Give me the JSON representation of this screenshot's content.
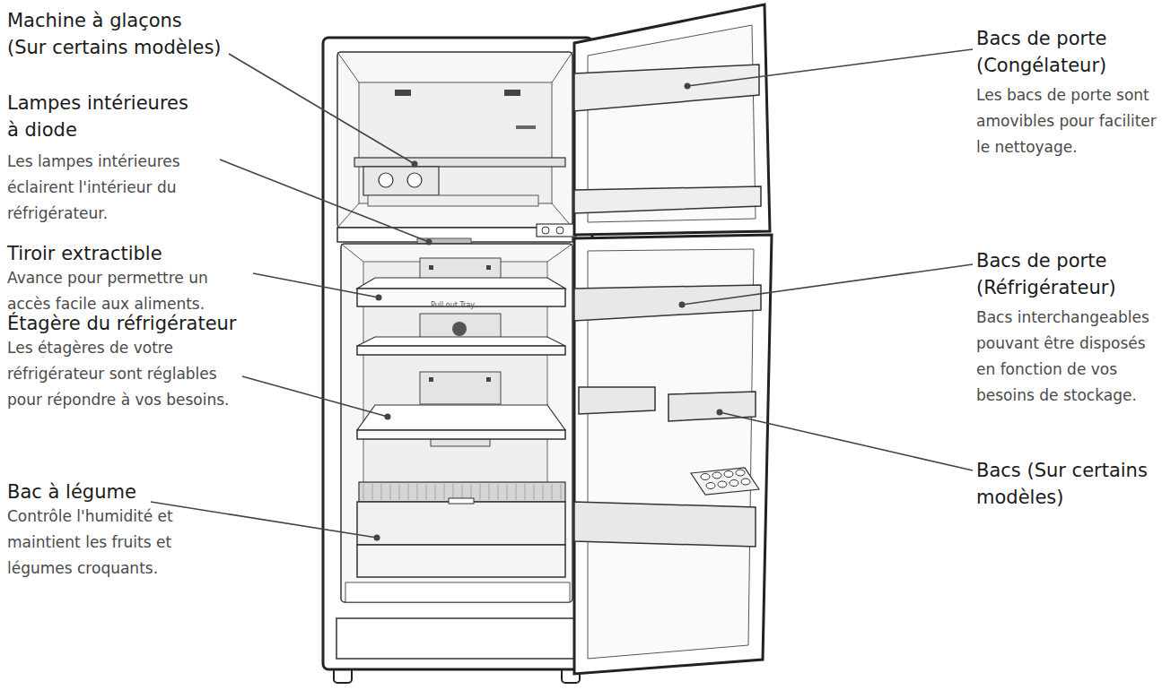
{
  "diagram": {
    "labels": [
      "Machine à glaçons (Sur certains modèles)",
      "Lampes intérieures à diode",
      "Les lampes intérieures éclairent l'intérieur du réfrigérateur.",
      "Tiroir extractible",
      "Avance pour permettre un accès facile aux aliments.",
      "Étagère du réfrigérateur",
      "Les étagères de votre réfrigérateur sont réglables pour répondre à vos besoins.",
      "Bac à légume",
      "Contrôle l'humidité et maintient les fruits et légumes croquants.",
      "Bacs de porte (Congélateur)",
      "Les bacs de porte sont amovibles pour faciliter le nettoyage.",
      "Bacs de porte (Réfrigérateur)",
      "Bacs interchangeables pouvant être disposés en fonction de vos besoins de stockage.",
      "Bacs (Sur certains modèles)",
      "Pull out Tray"
    ]
  }
}
